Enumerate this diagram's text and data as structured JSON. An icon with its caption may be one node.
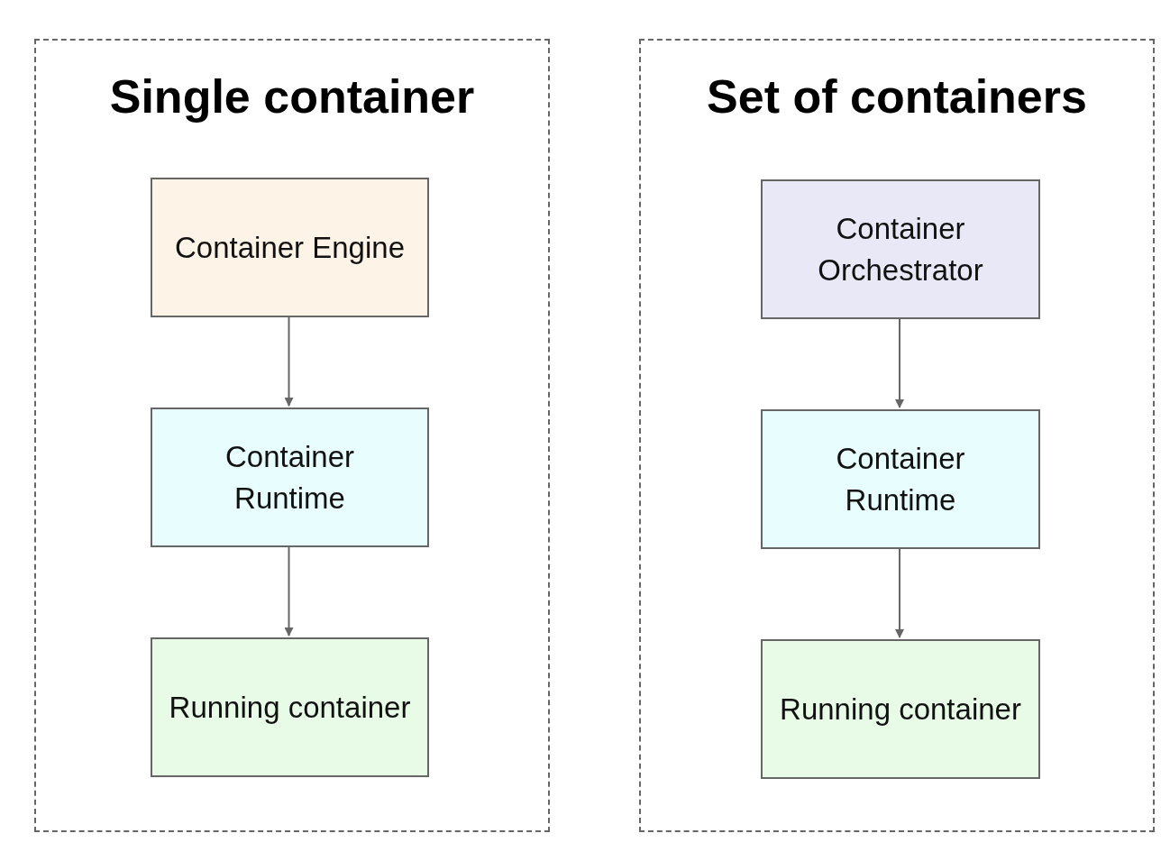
{
  "diagram": {
    "nodes": [
      {
        "text": [
          "Single container"
        ]
      },
      {
        "text": [
          "Container Engine"
        ],
        "in": 0
      },
      {
        "text": [
          "Container Runtime"
        ],
        "in": 0
      },
      {
        "text": [
          "Running container"
        ],
        "in": 0
      },
      {
        "text": [
          "Set of containers"
        ]
      },
      {
        "text": [
          "Container Orchestrator"
        ],
        "in": 4
      },
      {
        "text": [
          "Container Runtime"
        ],
        "in": 4
      },
      {
        "text": [
          "Running container"
        ],
        "in": 4
      }
    ],
    "edges": [
      {
        "from": 1,
        "to": 2,
        "arrow": "to"
      },
      {
        "from": 2,
        "to": 3,
        "arrow": "to"
      },
      {
        "from": 5,
        "to": 6,
        "arrow": "to"
      },
      {
        "from": 6,
        "to": 7,
        "arrow": "to"
      }
    ]
  }
}
